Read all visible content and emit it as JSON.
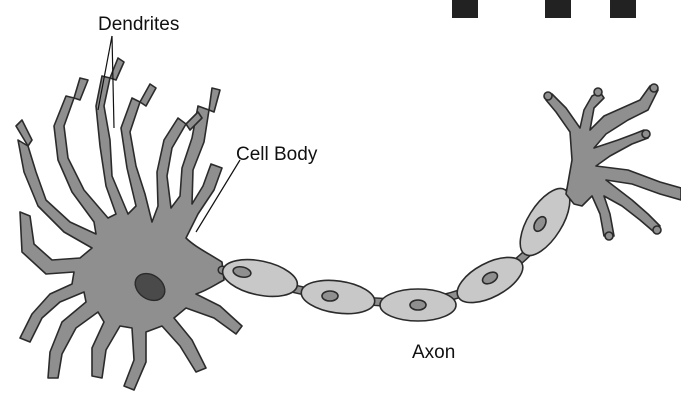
{
  "labels": {
    "dendrites": "Dendrites",
    "cell_body": "Cell Body",
    "axon": "Axon"
  },
  "colors": {
    "cell_fill": "#8f8f8f",
    "nucleus_fill": "#4a4a4a",
    "myelin_fill": "#c8c8c8",
    "myelin_nucleus_fill": "#8f8f8f",
    "outline": "#2b2b2b",
    "text": "#111111"
  }
}
